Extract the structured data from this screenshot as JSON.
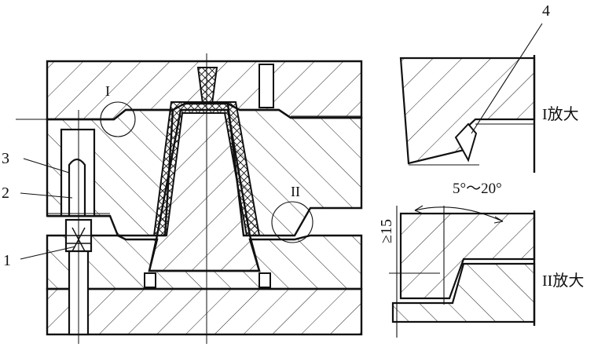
{
  "labels": {
    "part_1": "1",
    "part_2": "2",
    "part_3": "3",
    "part_4": "4",
    "circle_I": "I",
    "circle_II": "II"
  },
  "captions": {
    "enlarge_I": "I放大",
    "enlarge_II": "II放大"
  },
  "dimensions": {
    "angle_range": "5°～20°",
    "min_length": "≥15"
  }
}
